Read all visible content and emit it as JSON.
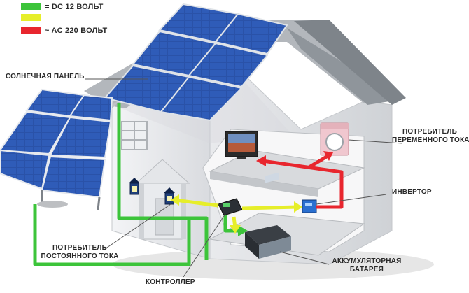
{
  "legend": {
    "items": [
      {
        "text": "= DC 12 ВОЛЬТ",
        "color": "#3cc43a"
      },
      {
        "text": "",
        "color": "#e6ee2a"
      },
      {
        "text": "~ AC 220 ВОЛЬТ",
        "color": "#e8262e"
      }
    ]
  },
  "labels": {
    "solar_panel": "СОЛНЕЧНАЯ ПАНЕЛЬ",
    "ac_consumer_line1": "ПОТРЕБИТЕЛЬ",
    "ac_consumer_line2": "ПЕРЕМЕННОГО ТОКА",
    "inverter": "ИНВЕРТОР",
    "dc_consumer_line1": "ПОТРЕБИТЕЛЬ",
    "dc_consumer_line2": "ПОСТОЯННОГО ТОКА",
    "battery_line1": "АККУМУЛЯТОРНАЯ",
    "battery_line2": "БАТАРЕЯ",
    "controller": "КОНТРОЛЛЕР"
  },
  "colors": {
    "wall": "#eceef0",
    "wall_shadow": "#c9ccd0",
    "roof": "#a9adb2",
    "panel": "#1d3f8c",
    "panel_cell": "#2b55ad",
    "dc_wire": "#3cc43a",
    "dc_load_wire": "#e6ee2a",
    "ac_wire": "#e8262e"
  }
}
